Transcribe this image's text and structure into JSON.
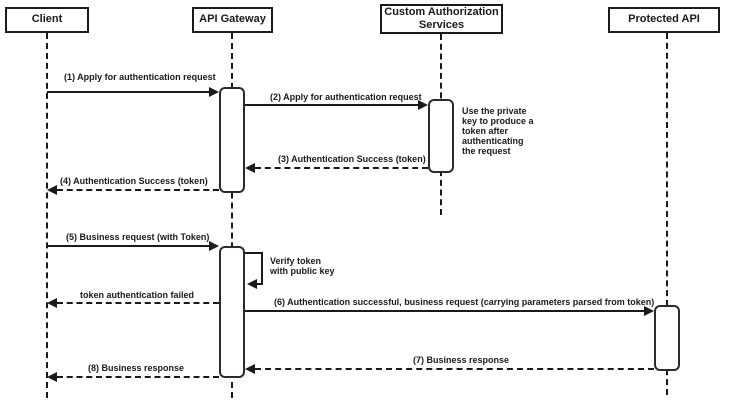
{
  "diagram": {
    "type": "sequence-diagram",
    "participants": {
      "client": "Client",
      "api_gateway": "API Gateway",
      "custom_auth": "Custom Authorization Services",
      "protected_api": "Protected API"
    },
    "messages": {
      "m1": "(1) Apply for authentication request",
      "m2": "(2) Apply for authentication request",
      "m3": "(3) Authentication Success (token)",
      "m4": "(4) Authentication Success (token)",
      "m5": "(5) Business request (with Token)",
      "verify_self": "Verify token\nwith public key",
      "token_failed": "token authentication failed",
      "m6": "(6) Authentication successful, business request (carrying parameters parsed from token)",
      "m7": "(7) Business response",
      "m8": "(8) Business response"
    },
    "note": "Use the private\nkey to produce a\ntoken after\nauthenticating\nthe request",
    "colors": {
      "line": "#1a1a1a",
      "background": "#ffffff",
      "box_fill": "#ffffff"
    }
  }
}
